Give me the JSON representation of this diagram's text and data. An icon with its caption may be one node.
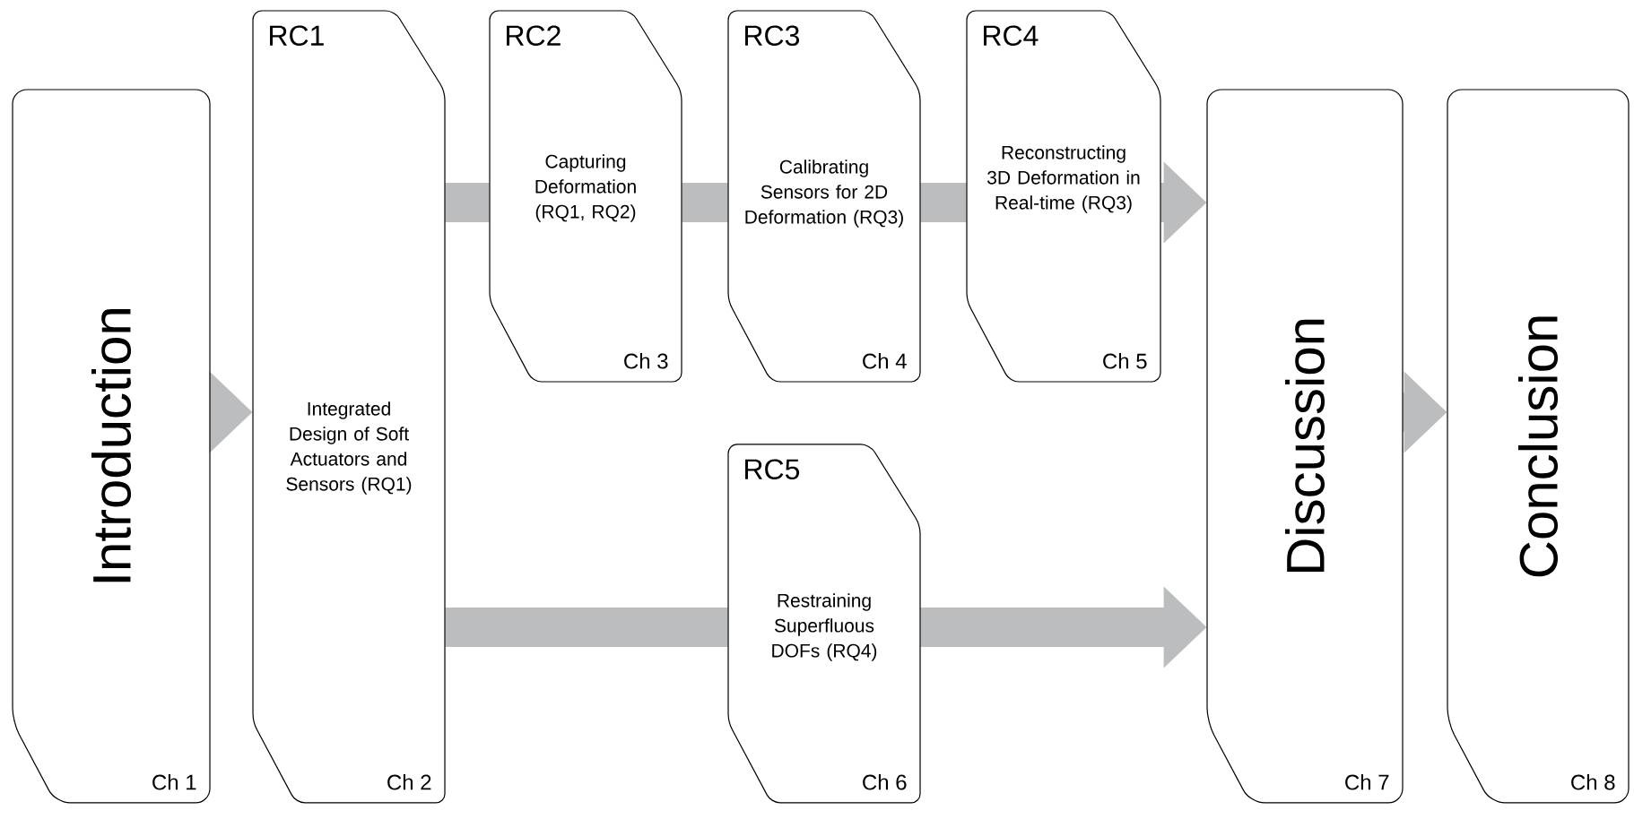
{
  "diagram": {
    "nodes": [
      {
        "text": [
          "Introduction",
          "Ch 1"
        ]
      },
      {
        "text": [
          "RC1",
          "Integrated Design of Soft Actuators and Sensors (RQ1)",
          "Ch 2"
        ]
      },
      {
        "text": [
          "RC2",
          "Capturing Deformation (RQ1, RQ2)",
          "Ch 3"
        ]
      },
      {
        "text": [
          "RC3",
          "Calibrating Sensors for 2D Deformation (RQ3)",
          "Ch 4"
        ]
      },
      {
        "text": [
          "RC4",
          "Reconstructing 3D Deformation in Real-time (RQ3)",
          "Ch 5"
        ]
      },
      {
        "text": [
          "RC5",
          "Restraining Superfluous DOFs (RQ4)",
          "Ch 6"
        ]
      },
      {
        "text": [
          "Discussion",
          "Ch 7"
        ]
      },
      {
        "text": [
          "Conclusion",
          "Ch 8"
        ]
      }
    ],
    "edges": [
      {
        "from": 0,
        "to": 1,
        "arrow": "to"
      },
      {
        "from": 1,
        "to": 2,
        "arrow": "none"
      },
      {
        "from": 2,
        "to": 3,
        "arrow": "none"
      },
      {
        "from": 3,
        "to": 4,
        "arrow": "none"
      },
      {
        "from": 4,
        "to": 6,
        "arrow": "to"
      },
      {
        "from": 1,
        "to": 5,
        "arrow": "none"
      },
      {
        "from": 5,
        "to": 6,
        "arrow": "to"
      },
      {
        "from": 6,
        "to": 7,
        "arrow": "to"
      }
    ]
  }
}
